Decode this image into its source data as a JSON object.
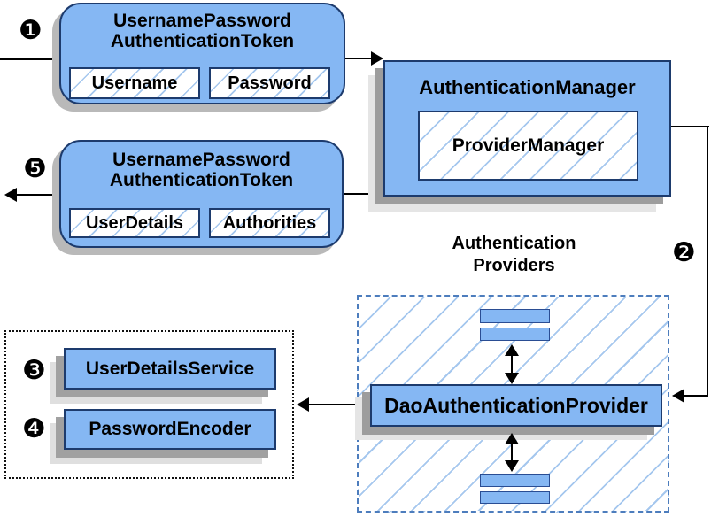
{
  "steps": {
    "one": "❶",
    "two": "❷",
    "three": "❸",
    "four": "❹",
    "five": "❺"
  },
  "token_request": {
    "title_line1": "UsernamePassword",
    "title_line2": "AuthenticationToken",
    "fields": [
      "Username",
      "Password"
    ]
  },
  "authentication_manager": {
    "title": "AuthenticationManager",
    "inner": "ProviderManager"
  },
  "token_response": {
    "title_line1": "UsernamePassword",
    "title_line2": "AuthenticationToken",
    "fields": [
      "UserDetails",
      "Authorities"
    ]
  },
  "providers_zone": {
    "label_line1": "Authentication",
    "label_line2": "Providers",
    "provider": "DaoAuthenticationProvider"
  },
  "services": {
    "user_details_service": "UserDetailsService",
    "password_encoder": "PasswordEncoder"
  },
  "colors": {
    "box_blue": "#85b7f3",
    "border_navy": "#1d3b6d",
    "hatch_blue": "#a5c7ee",
    "dashed_border": "#4d7dbd",
    "shadow_dark": "#9d9d9d",
    "shadow_light": "#e5e5e5",
    "token_shadow": "#b9b9b9",
    "line_black": "#000000"
  }
}
